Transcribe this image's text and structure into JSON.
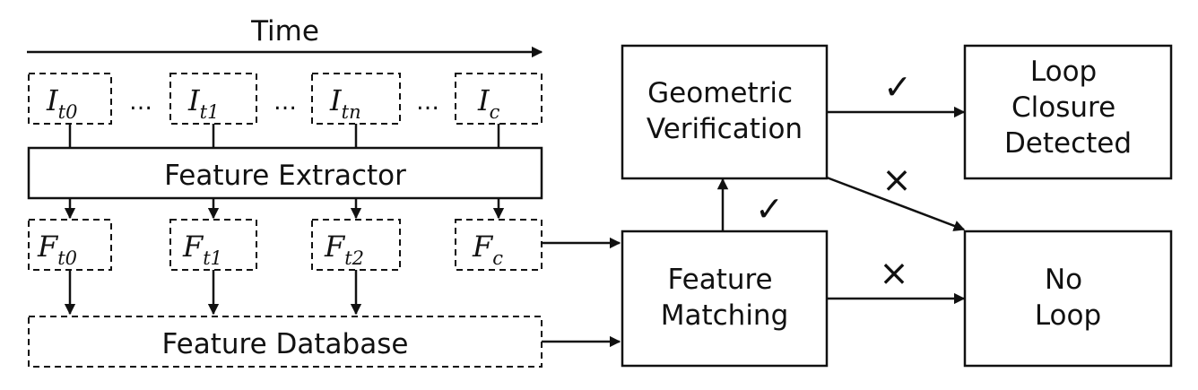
{
  "time_label": "Time",
  "ellipsis": "…",
  "images": [
    {
      "base": "I",
      "sub": "t0"
    },
    {
      "base": "I",
      "sub": "t1"
    },
    {
      "base": "I",
      "sub": "tn"
    },
    {
      "base": "I",
      "sub": "c"
    }
  ],
  "feature_extractor": "Feature Extractor",
  "features": [
    {
      "base": "F",
      "sub": "t0"
    },
    {
      "base": "F",
      "sub": "t1"
    },
    {
      "base": "F",
      "sub": "t2"
    },
    {
      "base": "F",
      "sub": "c"
    }
  ],
  "feature_database": "Feature Database",
  "feature_matching": {
    "line1": "Feature",
    "line2": "Matching"
  },
  "geometric_verification": {
    "line1": "Geometric",
    "line2": "Verification"
  },
  "loop_closure": {
    "line1": "Loop",
    "line2": "Closure",
    "line3": "Detected"
  },
  "no_loop": {
    "line1": "No",
    "line2": "Loop"
  },
  "check_mark": "✓",
  "cross_mark": "×"
}
